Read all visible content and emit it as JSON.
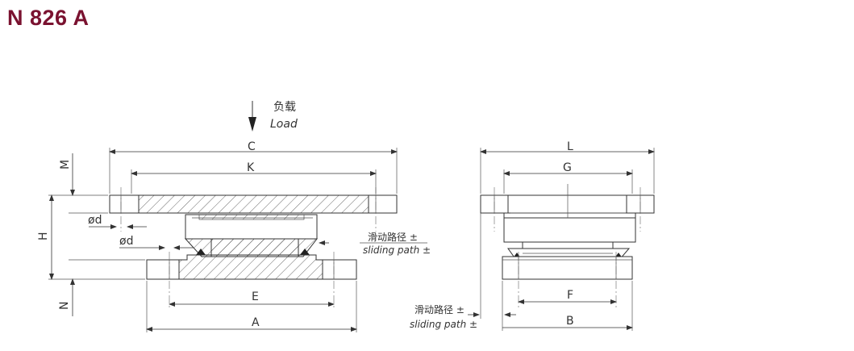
{
  "title": "N 826 A",
  "colors": {
    "title": "#7a1230",
    "lines": "#333333"
  },
  "load": {
    "zh": "负载",
    "en": "Load"
  },
  "sliding": {
    "zh": "滑动路径 ±",
    "en": "sliding path ±"
  },
  "dims": {
    "C": "C",
    "K": "K",
    "L": "L",
    "G": "G",
    "M": "M",
    "H": "H",
    "N": "N",
    "od": "ød",
    "E": "E",
    "A": "A",
    "F": "F",
    "B": "B"
  }
}
